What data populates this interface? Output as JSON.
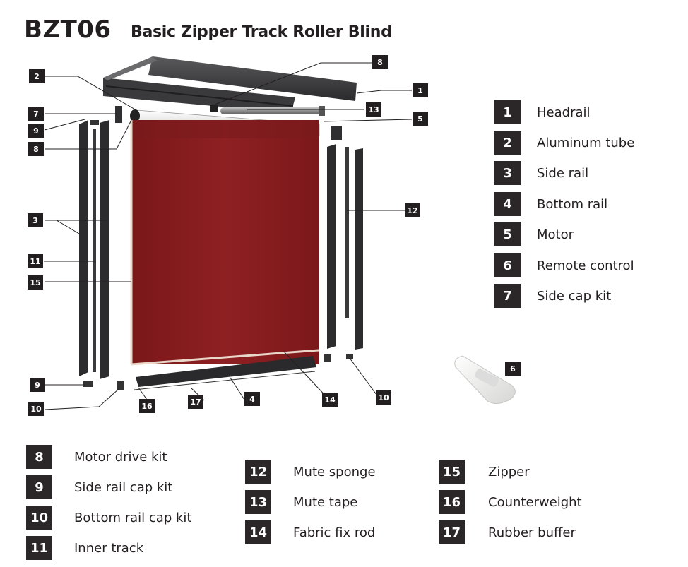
{
  "title": {
    "code": "BZT06",
    "name": "Basic Zipper Track Roller Blind"
  },
  "legend_right": [
    {
      "num": "1",
      "label": "Headrail"
    },
    {
      "num": "2",
      "label": "Aluminum tube"
    },
    {
      "num": "3",
      "label": "Side rail"
    },
    {
      "num": "4",
      "label": "Bottom rail"
    },
    {
      "num": "5",
      "label": "Motor"
    },
    {
      "num": "6",
      "label": "Remote control"
    },
    {
      "num": "7",
      "label": "Side cap kit"
    }
  ],
  "legend_bottom_left": [
    {
      "num": "8",
      "label": "Motor drive kit"
    },
    {
      "num": "9",
      "label": "Side rail cap kit"
    },
    {
      "num": "10",
      "label": "Bottom rail cap kit"
    },
    {
      "num": "11",
      "label": "Inner track"
    }
  ],
  "legend_bottom_mid": [
    {
      "num": "12",
      "label": "Mute sponge"
    },
    {
      "num": "13",
      "label": "Mute tape"
    },
    {
      "num": "14",
      "label": "Fabric fix rod"
    }
  ],
  "legend_bottom_right": [
    {
      "num": "15",
      "label": "Zipper"
    },
    {
      "num": "16",
      "label": "Counterweight"
    },
    {
      "num": "17",
      "label": "Rubber buffer"
    }
  ],
  "callouts": {
    "c1": "1",
    "c2": "2",
    "c3": "3",
    "c4": "4",
    "c5": "5",
    "c6": "6",
    "c7": "7",
    "c8a": "8",
    "c8b": "8",
    "c9a": "9",
    "c9b": "9",
    "c10a": "10",
    "c10b": "10",
    "c11": "11",
    "c12": "12",
    "c13": "13",
    "c14": "14",
    "c15": "15",
    "c16": "16",
    "c17": "17"
  },
  "colors": {
    "fabric": "#8a1d1f",
    "profile_dark": "#2c2b2d",
    "label_box": "#2b2728",
    "remote_body": "#eeeeec"
  }
}
